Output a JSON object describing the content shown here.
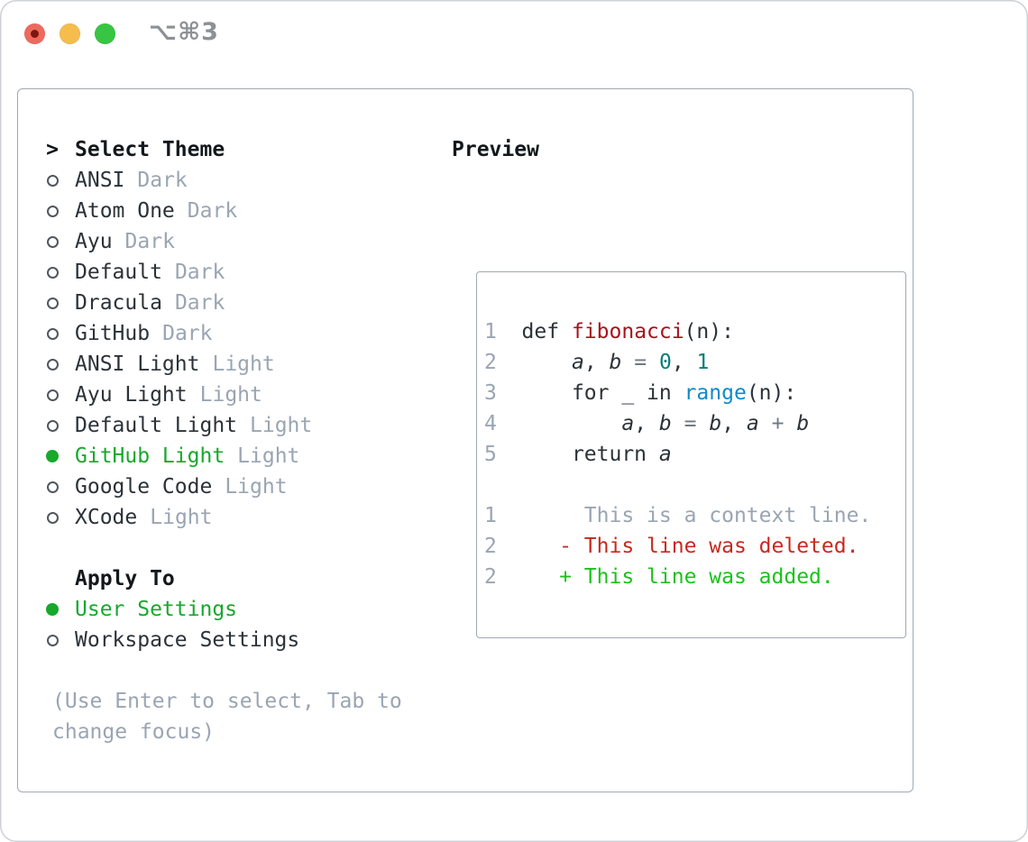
{
  "window": {
    "shortcut_label": "⌥⌘3"
  },
  "colors": {
    "accent_green": "#17a82c",
    "diff_added_green": "#1cc21c",
    "diff_deleted_red": "#c8291d",
    "function_red": "#a8131d",
    "number_teal": "#0c7d75",
    "builtin_blue": "#0f89c9",
    "muted_gray": "#9aa5b2",
    "panel_border": "#9fa9b4"
  },
  "theme_panel": {
    "prompt": ">",
    "header": "Select Theme",
    "themes": [
      {
        "name": "ANSI",
        "variant": "Dark",
        "selected": false
      },
      {
        "name": "Atom One",
        "variant": "Dark",
        "selected": false
      },
      {
        "name": "Ayu",
        "variant": "Dark",
        "selected": false
      },
      {
        "name": "Default",
        "variant": "Dark",
        "selected": false
      },
      {
        "name": "Dracula",
        "variant": "Dark",
        "selected": false
      },
      {
        "name": "GitHub",
        "variant": "Dark",
        "selected": false
      },
      {
        "name": "ANSI Light",
        "variant": "Light",
        "selected": false
      },
      {
        "name": "Ayu Light",
        "variant": "Light",
        "selected": false
      },
      {
        "name": "Default Light",
        "variant": "Light",
        "selected": false
      },
      {
        "name": "GitHub Light",
        "variant": "Light",
        "selected": true
      },
      {
        "name": "Google Code",
        "variant": "Light",
        "selected": false
      },
      {
        "name": "XCode",
        "variant": "Light",
        "selected": false
      }
    ],
    "apply_header": "Apply To",
    "apply_options": [
      {
        "label": "User Settings",
        "selected": true
      },
      {
        "label": "Workspace Settings",
        "selected": false
      }
    ],
    "help_text": "(Use Enter to select, Tab to\nchange focus)"
  },
  "preview": {
    "header": "Preview",
    "code_lines": [
      {
        "segments": [
          {
            "text": "1",
            "cls": "ln"
          },
          {
            "text": "  def ",
            "cls": "code"
          },
          {
            "text": "fibonacci",
            "cls": "func"
          },
          {
            "text": "(n):",
            "cls": "code"
          }
        ]
      },
      {
        "segments": [
          {
            "text": "2",
            "cls": "ln"
          },
          {
            "text": "      ",
            "cls": "code"
          },
          {
            "text": "a",
            "cls": "var"
          },
          {
            "text": ", ",
            "cls": "code"
          },
          {
            "text": "b",
            "cls": "var"
          },
          {
            "text": " ",
            "cls": "code"
          },
          {
            "text": "=",
            "cls": "op"
          },
          {
            "text": " ",
            "cls": "code"
          },
          {
            "text": "0",
            "cls": "num"
          },
          {
            "text": ", ",
            "cls": "code"
          },
          {
            "text": "1",
            "cls": "num"
          }
        ]
      },
      {
        "segments": [
          {
            "text": "3",
            "cls": "ln"
          },
          {
            "text": "      for _ in ",
            "cls": "code"
          },
          {
            "text": "range",
            "cls": "builtin"
          },
          {
            "text": "(n):",
            "cls": "code"
          }
        ]
      },
      {
        "segments": [
          {
            "text": "4",
            "cls": "ln"
          },
          {
            "text": "          ",
            "cls": "code"
          },
          {
            "text": "a",
            "cls": "var"
          },
          {
            "text": ", ",
            "cls": "code"
          },
          {
            "text": "b",
            "cls": "var"
          },
          {
            "text": " ",
            "cls": "code"
          },
          {
            "text": "=",
            "cls": "op"
          },
          {
            "text": " ",
            "cls": "code"
          },
          {
            "text": "b",
            "cls": "var"
          },
          {
            "text": ", ",
            "cls": "code"
          },
          {
            "text": "a",
            "cls": "var"
          },
          {
            "text": " ",
            "cls": "code"
          },
          {
            "text": "+",
            "cls": "op"
          },
          {
            "text": " ",
            "cls": "code"
          },
          {
            "text": "b",
            "cls": "var"
          }
        ]
      },
      {
        "segments": [
          {
            "text": "5",
            "cls": "ln"
          },
          {
            "text": "      return ",
            "cls": "code"
          },
          {
            "text": "a",
            "cls": "var"
          }
        ]
      },
      {
        "segments": []
      },
      {
        "segments": [
          {
            "text": "1",
            "cls": "ln"
          },
          {
            "text": "       ",
            "cls": "code"
          },
          {
            "text": "This is a context line.",
            "cls": "ctx"
          }
        ]
      },
      {
        "segments": [
          {
            "text": "2",
            "cls": "ln"
          },
          {
            "text": "     ",
            "cls": "code"
          },
          {
            "text": "- This line was deleted.",
            "cls": "del"
          }
        ]
      },
      {
        "segments": [
          {
            "text": "2",
            "cls": "ln"
          },
          {
            "text": "     ",
            "cls": "code"
          },
          {
            "text": "+ This line was added.",
            "cls": "add"
          }
        ]
      }
    ]
  }
}
